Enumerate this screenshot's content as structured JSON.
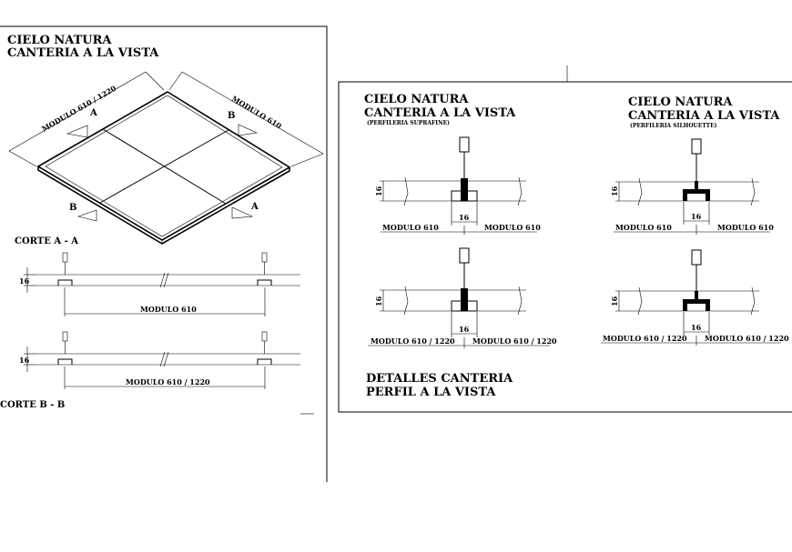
{
  "left_panel": {
    "title_line1": "CIELO  NATURA",
    "title_line2": "CANTERIA A LA VISTA",
    "iso": {
      "dim_left": "MODULO 610 / 1220",
      "dim_right": "MODULO 610",
      "mark_a": "A",
      "mark_b": "B"
    },
    "section_aa": {
      "label": "CORTE A - A",
      "height_dim": "16",
      "module_dim": "MODULO 610"
    },
    "section_bb": {
      "label": "CORTE B - B",
      "height_dim": "16",
      "module_dim": "MODULO 610 / 1220"
    }
  },
  "right_panel": {
    "left_col": {
      "title_line1": "CIELO NATURA",
      "title_line2": "CANTERIA A LA VISTA",
      "subtitle": "(PERFILERIA SUPRAFINE)",
      "detail1": {
        "height": "16",
        "width": "16",
        "mod_left": "MODULO 610",
        "mod_right": "MODULO 610"
      },
      "detail2": {
        "height": "16",
        "width": "16",
        "mod_left": "MODULO 610 / 1220",
        "mod_right": "MODULO 610 / 1220"
      }
    },
    "right_col": {
      "title_line1": "CIELO NATURA",
      "title_line2": "CANTERIA A LA VISTA",
      "subtitle": "(PERFILERIA SILHOUETTE)",
      "detail1": {
        "height": "16",
        "width": "16",
        "mod_left": "MODULO 610",
        "mod_right": "MODULO 610"
      },
      "detail2": {
        "height": "16",
        "width": "16",
        "mod_left": "MODULO 610 / 1220",
        "mod_right": "MODULO 610 / 1220"
      }
    },
    "footer_line1": "DETALLES CANTERIA",
    "footer_line2": "PERFIL A LA VISTA"
  }
}
